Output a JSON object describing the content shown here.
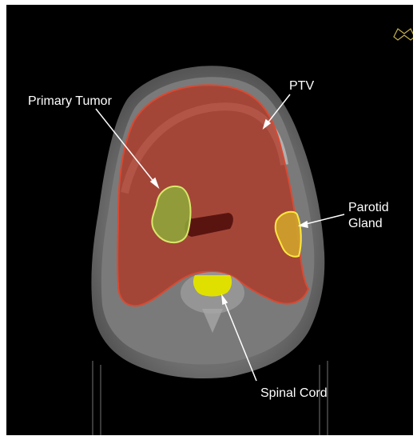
{
  "labels": {
    "primary_tumor": "Primary Tumor",
    "ptv": "PTV",
    "parotid_gland_line1": "Parotid",
    "parotid_gland_line2": "Gland",
    "spinal_cord": "Spinal Cord"
  },
  "colors": {
    "background": "#000000",
    "ptv_overlay": "#b3321f",
    "ptv_outline": "#d84a33",
    "tumor_fill": "#8faa3a",
    "tumor_outline": "#d8e86a",
    "parotid_fill": "#d1a52a",
    "parotid_outline": "#ffe840",
    "spinal_cord_fill": "#e0e000",
    "label_text": "#ffffff"
  },
  "icons": {
    "corner_marker": "orientation-marker-icon"
  }
}
